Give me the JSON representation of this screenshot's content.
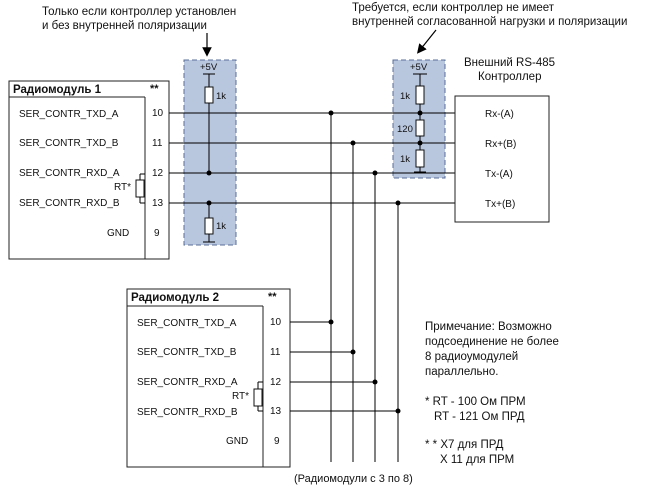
{
  "annotations": {
    "left_note_line1": "Только если контроллер установлен",
    "left_note_line2": "и без внутренней поляризации",
    "right_note_line1": "Требуется, если контроллер не имеет",
    "right_note_line2": "внутренней согласованной нагрузки и поляризации",
    "bottom_caption": "(Радиомодули с 3 по 8)"
  },
  "module1": {
    "title": "Радиомодуль 1",
    "marker": "**",
    "rt_label": "RT*",
    "pins": [
      {
        "signal": "SER_CONTR_TXD_A",
        "number": "10"
      },
      {
        "signal": "SER_CONTR_TXD_B",
        "number": "11"
      },
      {
        "signal": "SER_CONTR_RXD_A",
        "number": "12"
      },
      {
        "signal": "SER_CONTR_RXD_B",
        "number": "13"
      },
      {
        "signal": "GND",
        "number": "9"
      }
    ]
  },
  "module2": {
    "title": "Радиомодуль 2",
    "marker": "**",
    "rt_label": "RT*",
    "pins": [
      {
        "signal": "SER_CONTR_TXD_A",
        "number": "10"
      },
      {
        "signal": "SER_CONTR_TXD_B",
        "number": "11"
      },
      {
        "signal": "SER_CONTR_RXD_A",
        "number": "12"
      },
      {
        "signal": "SER_CONTR_RXD_B",
        "number": "13"
      },
      {
        "signal": "GND",
        "number": "9"
      }
    ]
  },
  "bias_left": {
    "supply": "+5V",
    "r_top": "1k",
    "r_bottom": "1k"
  },
  "bias_right": {
    "supply": "+5V",
    "r_top": "1k",
    "r_middle": "120",
    "r_bottom": "1k"
  },
  "controller": {
    "title_line1": "Внешний RS-485",
    "title_line2": "Контроллер",
    "pins": [
      "Rx-(A)",
      "Rx+(B)",
      "Tx-(A)",
      "Tx+(B)"
    ]
  },
  "note": {
    "lines": [
      "Примечание: Возможно",
      "подсоединение не более",
      "8 радиоумодулей",
      "параллельно."
    ],
    "rt_line1": "* RT - 100 Ом ПРМ",
    "rt_line2": "RT - 121 Ом ПРД",
    "x_line1": "* * X7 для ПРД",
    "x_line2": "X 11 для ПРМ"
  }
}
